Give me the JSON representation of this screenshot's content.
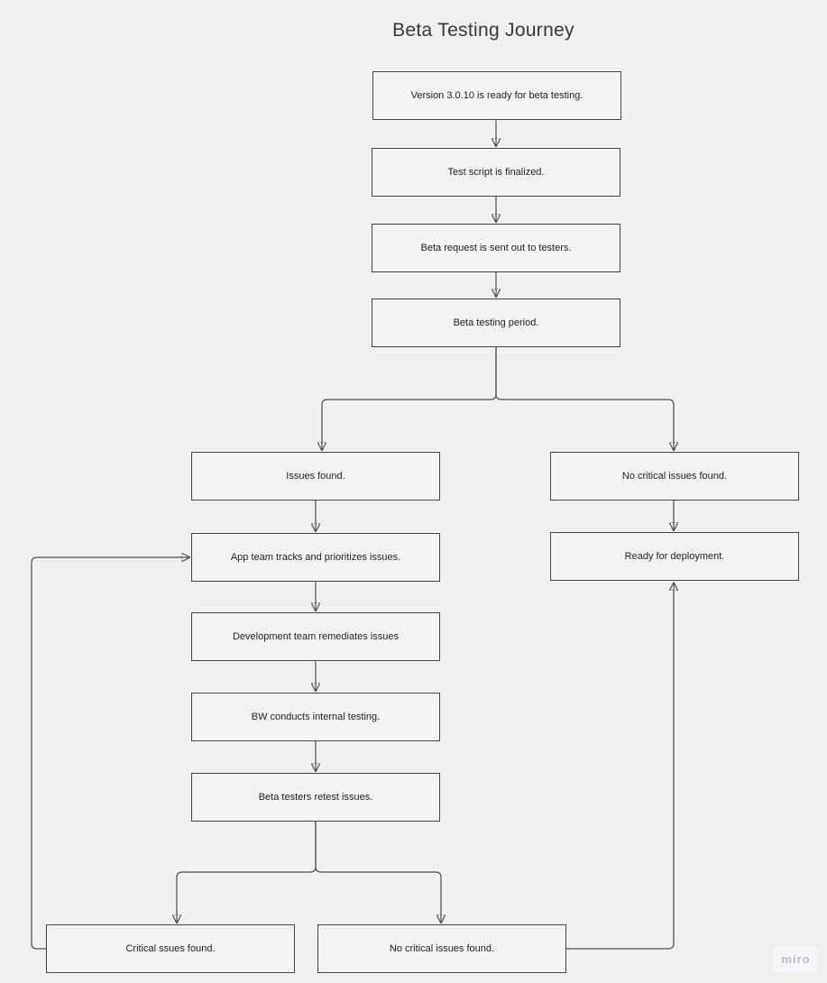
{
  "title": "Beta Testing Journey",
  "watermark": "miro",
  "colors": {
    "background": "#f1f0ee",
    "node_fill": "#f3f3f2",
    "node_border": "#454545",
    "connector": "#4c4c4c",
    "text": "#222222",
    "title_text": "#383838",
    "watermark_text": "#bdbdc7"
  },
  "nodes": {
    "version_ready": {
      "label": "Version 3.0.10 is ready for beta testing."
    },
    "test_script": {
      "label": "Test script is finalized."
    },
    "beta_request": {
      "label": "Beta request is sent out to testers."
    },
    "beta_period": {
      "label": "Beta testing period."
    },
    "issues_found": {
      "label": "Issues found."
    },
    "no_critical_top": {
      "label": "No critical issues found."
    },
    "app_team": {
      "label": "App team tracks and prioritizes issues."
    },
    "ready_deploy": {
      "label": "Ready for deployment."
    },
    "dev_team": {
      "label": "Development team remediates issues"
    },
    "bw_testing": {
      "label": "BW conducts internal testing."
    },
    "retest": {
      "label": "Beta testers retest issues."
    },
    "critical_found": {
      "label": "Critical ssues found."
    },
    "no_critical_bottom": {
      "label": "No critical issues found."
    }
  },
  "edges": [
    {
      "from": "version_ready",
      "to": "test_script"
    },
    {
      "from": "test_script",
      "to": "beta_request"
    },
    {
      "from": "beta_request",
      "to": "beta_period"
    },
    {
      "from": "beta_period",
      "to": "issues_found"
    },
    {
      "from": "beta_period",
      "to": "no_critical_top"
    },
    {
      "from": "issues_found",
      "to": "app_team"
    },
    {
      "from": "no_critical_top",
      "to": "ready_deploy"
    },
    {
      "from": "app_team",
      "to": "dev_team"
    },
    {
      "from": "dev_team",
      "to": "bw_testing"
    },
    {
      "from": "bw_testing",
      "to": "retest"
    },
    {
      "from": "retest",
      "to": "critical_found"
    },
    {
      "from": "retest",
      "to": "no_critical_bottom"
    },
    {
      "from": "critical_found",
      "to": "app_team"
    },
    {
      "from": "no_critical_bottom",
      "to": "ready_deploy"
    }
  ]
}
